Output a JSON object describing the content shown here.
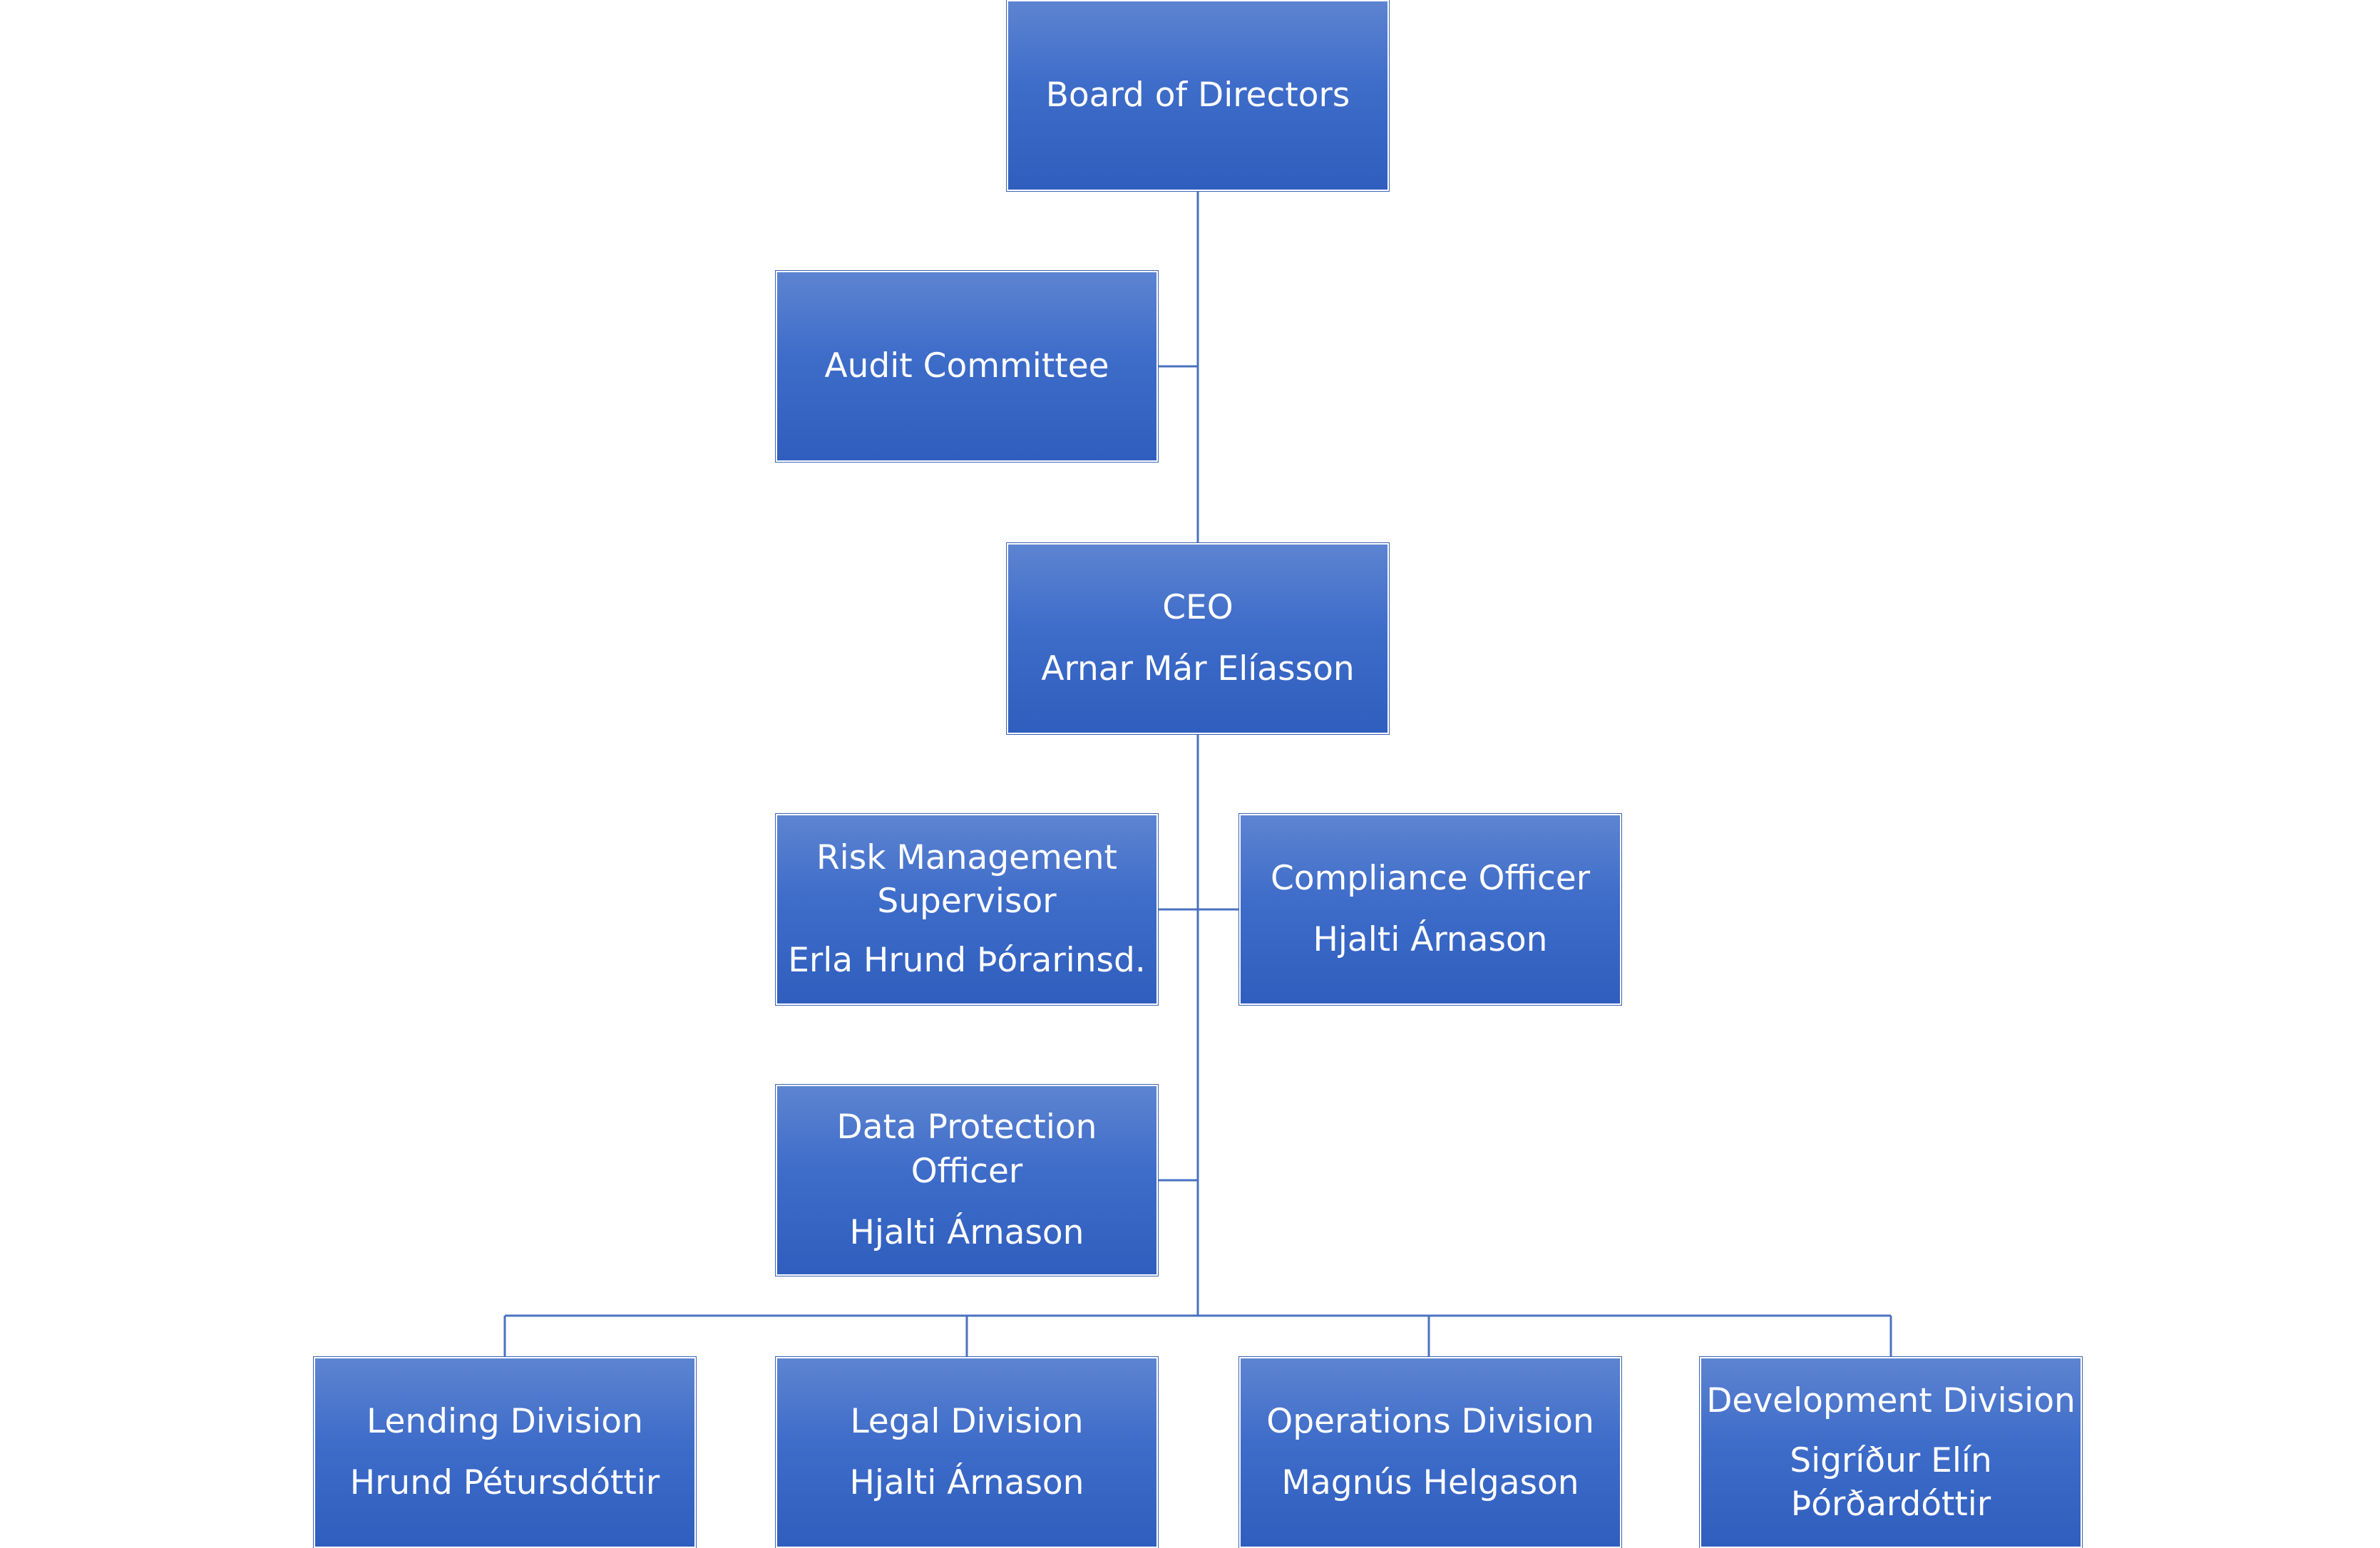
{
  "org_chart": {
    "board": {
      "title": "Board of Directors"
    },
    "audit": {
      "title": "Audit Committee"
    },
    "ceo": {
      "title": "CEO",
      "name": "Arnar Már Elíasson"
    },
    "risk": {
      "title": "Risk Management Supervisor",
      "name": "Erla Hrund Þórarinsd."
    },
    "compliance": {
      "title": "Compliance Officer",
      "name": "Hjalti Árnason"
    },
    "dpo": {
      "title": "Data Protection Officer",
      "name": "Hjalti Árnason"
    },
    "lending": {
      "title": "Lending Division",
      "name": "Hrund Pétursdóttir"
    },
    "legal": {
      "title": "Legal Division",
      "name": "Hjalti Árnason"
    },
    "operations": {
      "title": "Operations Division",
      "name": "Magnús Helgason"
    },
    "development": {
      "title": "Development Division",
      "name": "Sigríður Elín Þórðardóttir"
    }
  },
  "colors": {
    "box_top": "#5d84d1",
    "box_bottom": "#2f5ebe",
    "connector": "#4a72c2",
    "text": "#ffffff"
  }
}
